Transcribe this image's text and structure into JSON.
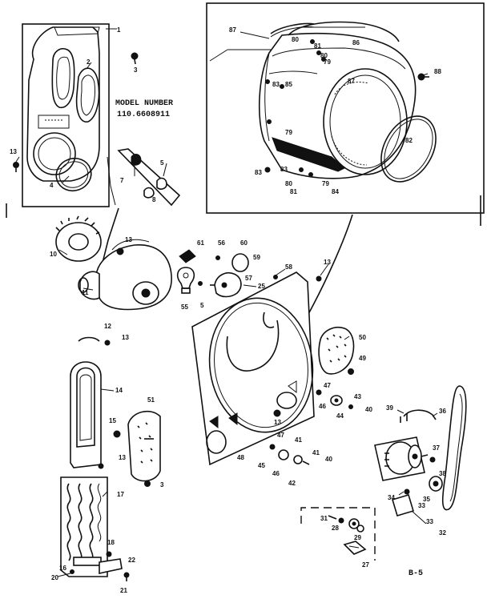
{
  "model": {
    "label": "MODEL NUMBER",
    "number": "110.6608911"
  },
  "page_code": "B-5",
  "callouts": [
    {
      "id": "c1",
      "text": "1"
    },
    {
      "id": "c2",
      "text": "2"
    },
    {
      "id": "c3",
      "text": "3"
    },
    {
      "id": "c13a",
      "text": "13"
    },
    {
      "id": "c4",
      "text": "4"
    },
    {
      "id": "c5",
      "text": "5"
    },
    {
      "id": "c7",
      "text": "7"
    },
    {
      "id": "c8",
      "text": "8"
    },
    {
      "id": "c87a",
      "text": "87"
    },
    {
      "id": "c88",
      "text": "88"
    },
    {
      "id": "c80a",
      "text": "80"
    },
    {
      "id": "c81a",
      "text": "81"
    },
    {
      "id": "c80b",
      "text": "80"
    },
    {
      "id": "c79a",
      "text": "79"
    },
    {
      "id": "c86a",
      "text": "86"
    },
    {
      "id": "c87b",
      "text": "87"
    },
    {
      "id": "c83a",
      "text": "83"
    },
    {
      "id": "c85",
      "text": "85"
    },
    {
      "id": "c82",
      "text": "82"
    },
    {
      "id": "c79b",
      "text": "79"
    },
    {
      "id": "c83b",
      "text": "83"
    },
    {
      "id": "c83c",
      "text": "83"
    },
    {
      "id": "c80c",
      "text": "80"
    },
    {
      "id": "c81b",
      "text": "81"
    },
    {
      "id": "c79c",
      "text": "79"
    },
    {
      "id": "c84",
      "text": "84"
    },
    {
      "id": "c10",
      "text": "10"
    },
    {
      "id": "c13b",
      "text": "13"
    },
    {
      "id": "c11",
      "text": "11"
    },
    {
      "id": "c61",
      "text": "61"
    },
    {
      "id": "c56",
      "text": "56"
    },
    {
      "id": "c60",
      "text": "60"
    },
    {
      "id": "c59",
      "text": "59"
    },
    {
      "id": "c57",
      "text": "57"
    },
    {
      "id": "c58",
      "text": "58"
    },
    {
      "id": "c13c",
      "text": "13"
    },
    {
      "id": "c25",
      "text": "25"
    },
    {
      "id": "c55",
      "text": "55"
    },
    {
      "id": "c5b",
      "text": "5"
    },
    {
      "id": "c12",
      "text": "12"
    },
    {
      "id": "c13d",
      "text": "13"
    },
    {
      "id": "c14",
      "text": "14"
    },
    {
      "id": "c51",
      "text": "51"
    },
    {
      "id": "c15",
      "text": "15"
    },
    {
      "id": "c13e",
      "text": "13"
    },
    {
      "id": "c3b",
      "text": "3"
    },
    {
      "id": "c50",
      "text": "50"
    },
    {
      "id": "c49",
      "text": "49"
    },
    {
      "id": "c47",
      "text": "47"
    },
    {
      "id": "c46",
      "text": "46"
    },
    {
      "id": "c43",
      "text": "43"
    },
    {
      "id": "c44",
      "text": "44"
    },
    {
      "id": "c40a",
      "text": "40"
    },
    {
      "id": "c13f",
      "text": "13"
    },
    {
      "id": "c48",
      "text": "48"
    },
    {
      "id": "c47b",
      "text": "47"
    },
    {
      "id": "c41a",
      "text": "41"
    },
    {
      "id": "c45",
      "text": "45"
    },
    {
      "id": "c46b",
      "text": "46"
    },
    {
      "id": "c42",
      "text": "42"
    },
    {
      "id": "c41b",
      "text": "41"
    },
    {
      "id": "c40b",
      "text": "40"
    },
    {
      "id": "c17",
      "text": "17"
    },
    {
      "id": "c18",
      "text": "18"
    },
    {
      "id": "c16",
      "text": "16"
    },
    {
      "id": "c20",
      "text": "20"
    },
    {
      "id": "c22",
      "text": "22"
    },
    {
      "id": "c21",
      "text": "21"
    },
    {
      "id": "c31",
      "text": "31"
    },
    {
      "id": "c28",
      "text": "28"
    },
    {
      "id": "c29",
      "text": "29"
    },
    {
      "id": "c27",
      "text": "27"
    },
    {
      "id": "c39a",
      "text": "39"
    },
    {
      "id": "c36",
      "text": "36"
    },
    {
      "id": "c37",
      "text": "37"
    },
    {
      "id": "c38",
      "text": "38"
    },
    {
      "id": "c35",
      "text": "35"
    },
    {
      "id": "c34",
      "text": "34"
    },
    {
      "id": "c33a",
      "text": "33"
    },
    {
      "id": "c33b",
      "text": "33"
    },
    {
      "id": "c32",
      "text": "32"
    }
  ]
}
